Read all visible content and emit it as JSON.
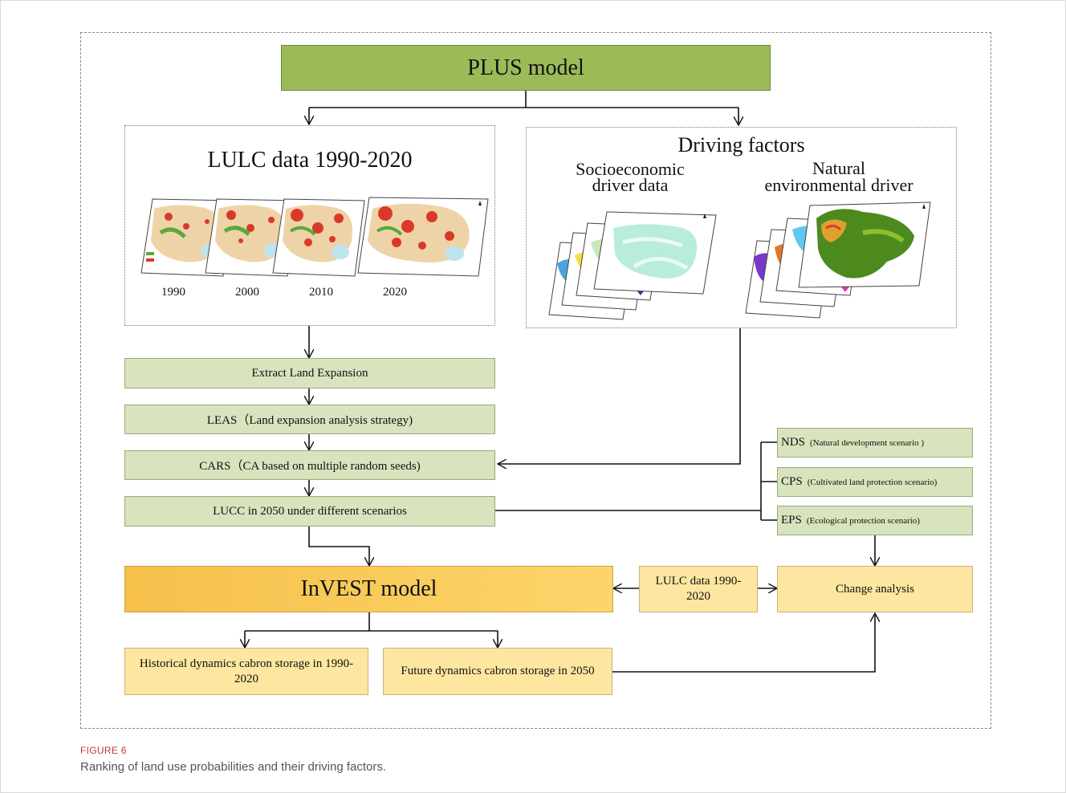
{
  "plus_model": "PLUS model",
  "lulc_panel": {
    "title": "LULC data 1990-2020",
    "years": [
      "1990",
      "2000",
      "2010",
      "2020"
    ]
  },
  "driving_panel": {
    "title": "Driving factors",
    "socio_line1": "Socioeconomic",
    "socio_line2": "driver data",
    "natural_line1": "Natural",
    "natural_line2": "environmental driver"
  },
  "steps": {
    "extract": "Extract Land Expansion",
    "leas": "LEAS（Land expansion analysis strategy)",
    "cars": "CARS（CA based on multiple random seeds)",
    "lucc": "LUCC in 2050 under different scenarios"
  },
  "scenarios": [
    {
      "code": "NDS",
      "desc": "(Natural development scenario )"
    },
    {
      "code": "CPS",
      "desc": "(Cultivated land protection scenario)"
    },
    {
      "code": "EPS",
      "desc": "(Ecological protection scenario)"
    }
  ],
  "invest_model": "InVEST model",
  "lulc_small": "LULC data 1990-2020",
  "change_analysis": "Change analysis",
  "historical": "Historical dynamics cabron storage in 1990-2020",
  "future": "Future dynamics cabron storage in 2050",
  "caption": {
    "label": "FIGURE 6",
    "text": "Ranking of land use probabilities and their driving factors."
  },
  "colors": {
    "plus_green": "#9bbb59",
    "step_green": "#d7e4bd",
    "invest_orange": "#f6c04a",
    "light_orange": "#fde6a0"
  }
}
